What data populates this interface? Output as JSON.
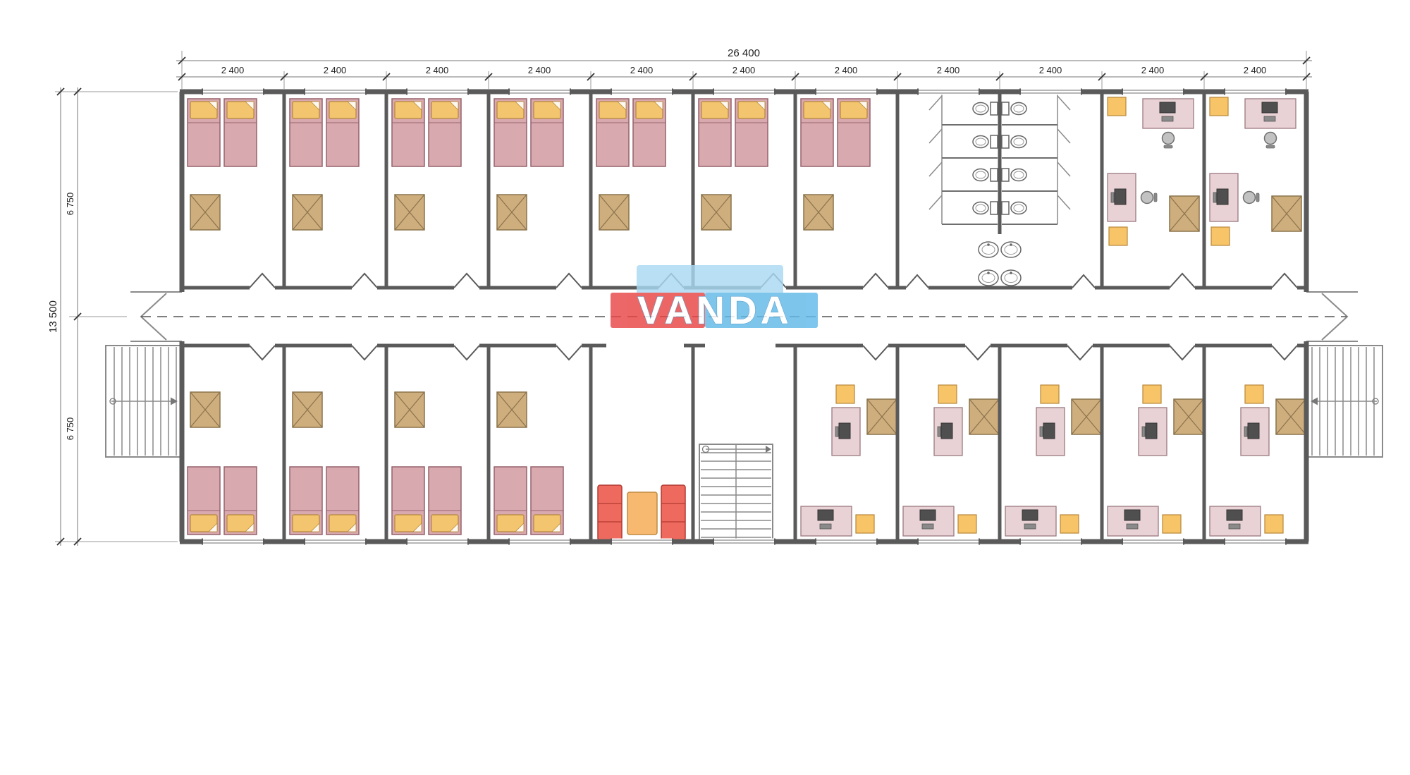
{
  "plan": {
    "overall_width_label": "26 400",
    "bay_width_label": "2 400",
    "overall_height_label": "13 500",
    "upper_height_label": "6 750",
    "lower_height_label": "6 750"
  },
  "watermark": {
    "text": "VANDA"
  },
  "colors": {
    "wall": "#5a5a5a",
    "bed": "#d9a9b0",
    "bed_border": "#96626b",
    "pillow": "#f3c56e",
    "pillow_border": "#b5863b",
    "wardrobe": "#cfae7e",
    "wardrobe_border": "#8a734c",
    "desk": "#e9d2d6",
    "desk_border": "#9a7a80",
    "accent_yellow": "#f8c468",
    "accent_yellow_border": "#b8873a",
    "sofa_red": "#ef6a5e",
    "sofa_red_border": "#b23a32",
    "table_orange": "#f6b96f",
    "table_orange_border": "#c08a40",
    "watermark_blue": "#62b9e9",
    "watermark_light_blue": "#a9d9f2",
    "watermark_red": "#e84545"
  }
}
